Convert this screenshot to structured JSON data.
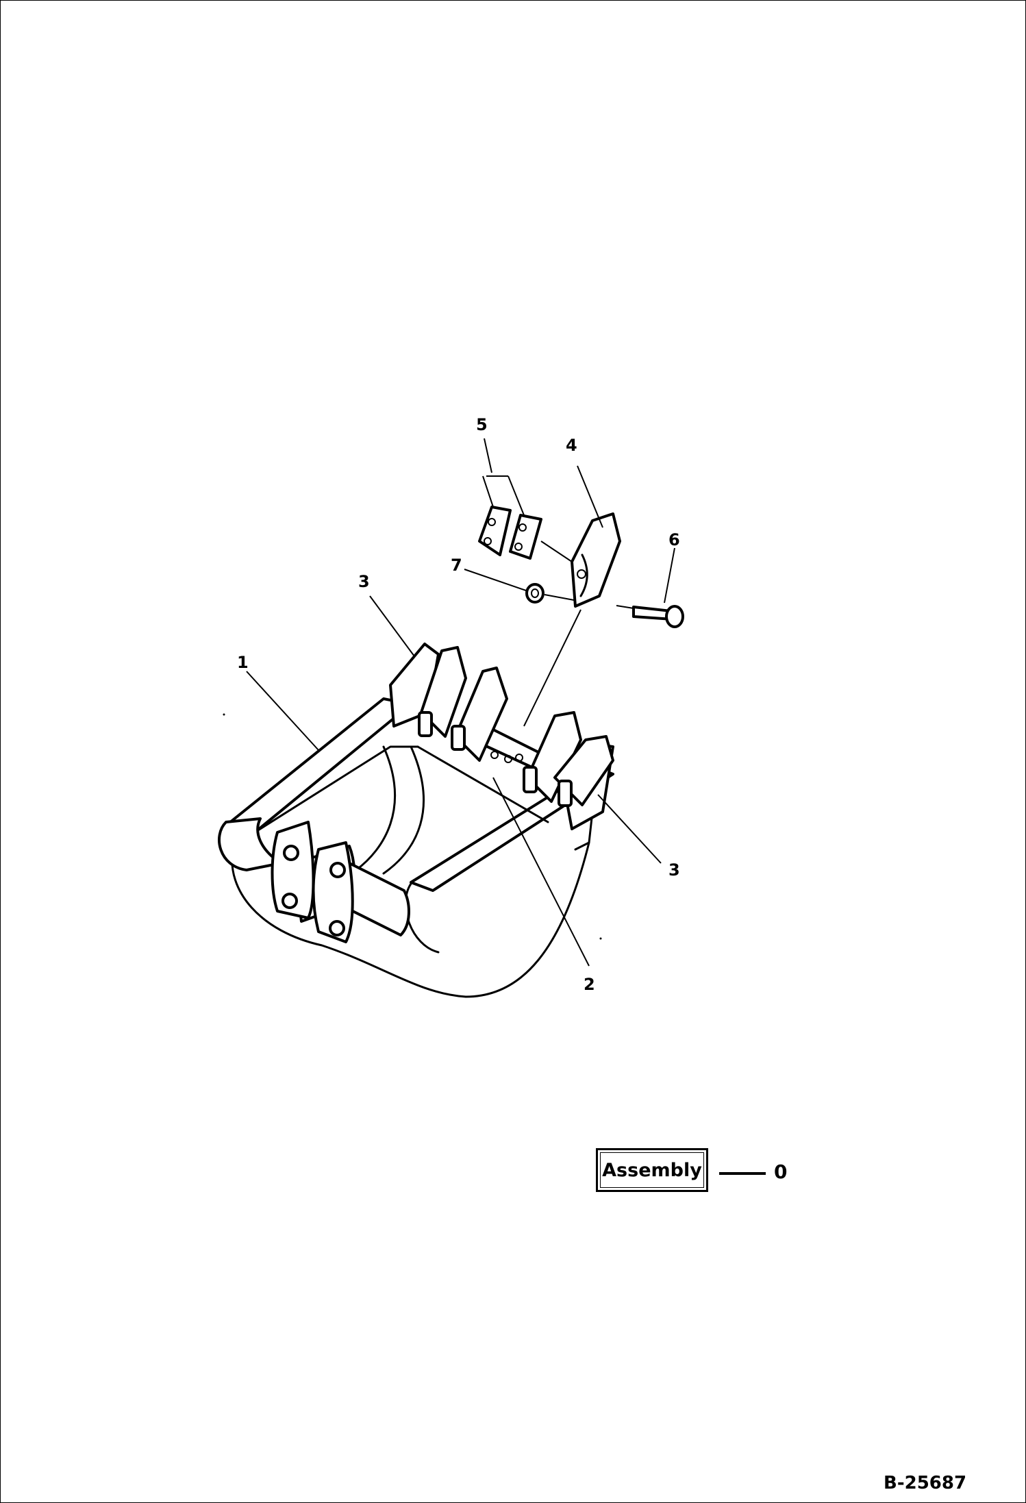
{
  "callouts": {
    "c1": "1",
    "c2": "2",
    "c3a": "3",
    "c3b": "3",
    "c4": "4",
    "c5": "5",
    "c6": "6",
    "c7": "7"
  },
  "assembly": {
    "label": "Assembly",
    "number": "0"
  },
  "drawing_code": "B-25687"
}
